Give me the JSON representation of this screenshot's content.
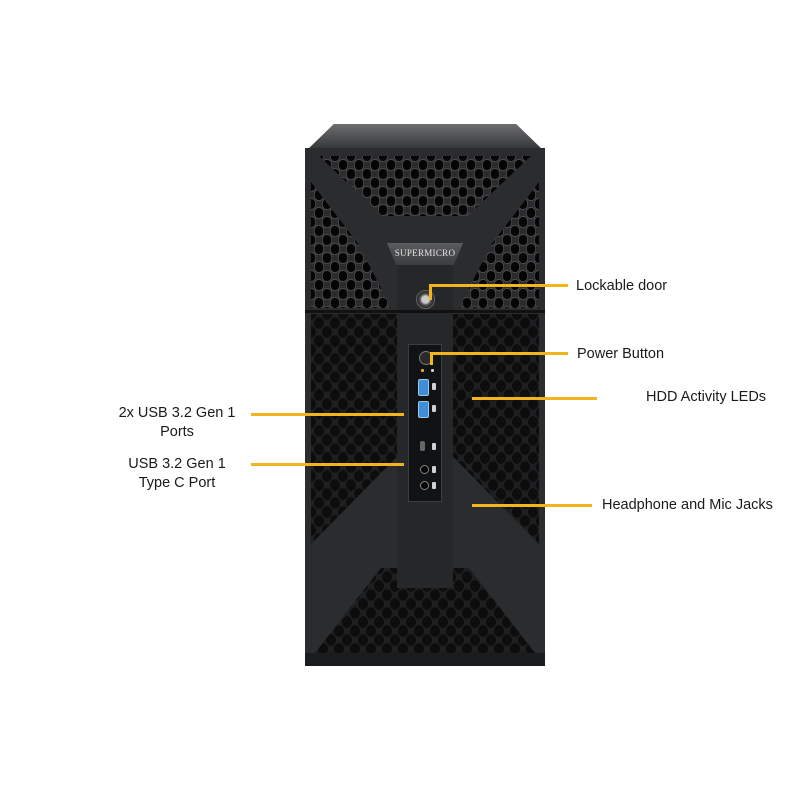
{
  "product": {
    "brand_logo": "SUPERMICRO",
    "description": "Tower server chassis front view with annotated front panel features"
  },
  "callouts": {
    "lockable_door": "Lockable door",
    "power_button": "Power Button",
    "hdd_activity_leds": "HDD Activity LEDs",
    "headphone_mic_jacks": "Headphone and Mic Jacks",
    "usb_ports_line1": "2x USB 3.2 Gen 1",
    "usb_ports_line2": "Ports",
    "usb_typec_line1": "USB 3.2 Gen 1",
    "usb_typec_line2": "Type C Port"
  },
  "colors": {
    "callout_line": "#f2b51b",
    "chassis": "#2b2c2e",
    "usb_port": "#3e8fd6",
    "background": "#ffffff"
  },
  "icons": {
    "lock": "lock-icon",
    "power": "power-icon",
    "usb": "usb-icon",
    "headphone": "headphone-icon",
    "mic": "mic-icon"
  }
}
